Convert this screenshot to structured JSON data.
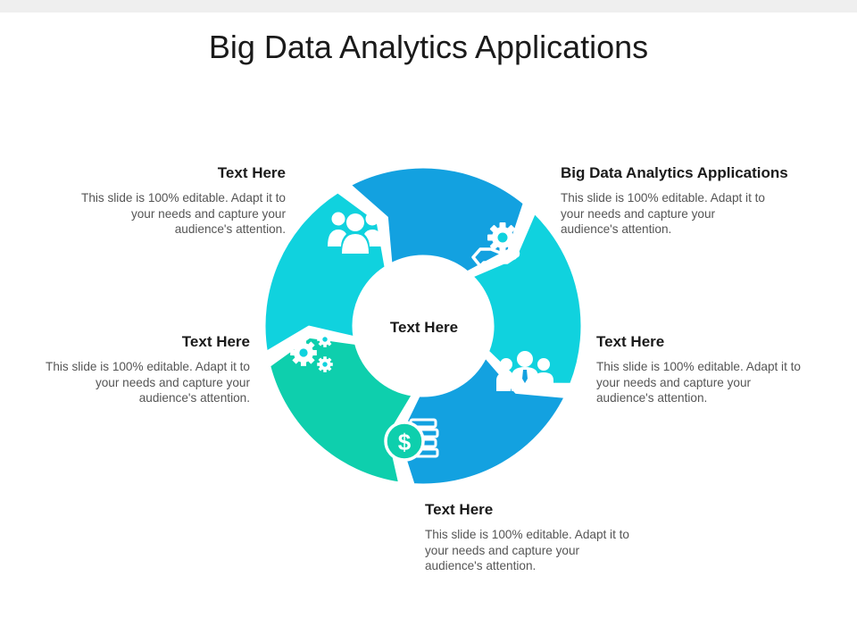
{
  "title": "Big Data Analytics Applications",
  "center_label": "Text Here",
  "colors": {
    "blue": "#13a1e0",
    "cyan": "#10d2de",
    "green": "#0ecfad",
    "icon": "#ffffff"
  },
  "segments": [
    {
      "position": "top-left",
      "color": "blue",
      "icon": "group-people-icon",
      "heading": "Text Here",
      "body": "This slide is 100% editable. Adapt it to your needs and capture your audience's attention."
    },
    {
      "position": "top-right",
      "color": "cyan",
      "icon": "gear-hand-icon",
      "heading": "Big Data Analytics Applications",
      "body": "This slide is 100% editable. Adapt it to your needs and capture your audience's attention."
    },
    {
      "position": "right",
      "color": "blue",
      "icon": "business-team-icon",
      "heading": "Text Here",
      "body": "This slide is 100% editable. Adapt it to your needs and capture your audience's attention."
    },
    {
      "position": "bottom",
      "color": "green",
      "icon": "dollar-coins-icon",
      "heading": "Text Here",
      "body": "This slide is 100% editable. Adapt it to your needs and capture your audience's attention."
    },
    {
      "position": "left",
      "color": "cyan",
      "icon": "gears-icon",
      "heading": "Text Here",
      "body": "This slide is 100% editable. Adapt it to your needs and capture your audience's attention."
    }
  ]
}
